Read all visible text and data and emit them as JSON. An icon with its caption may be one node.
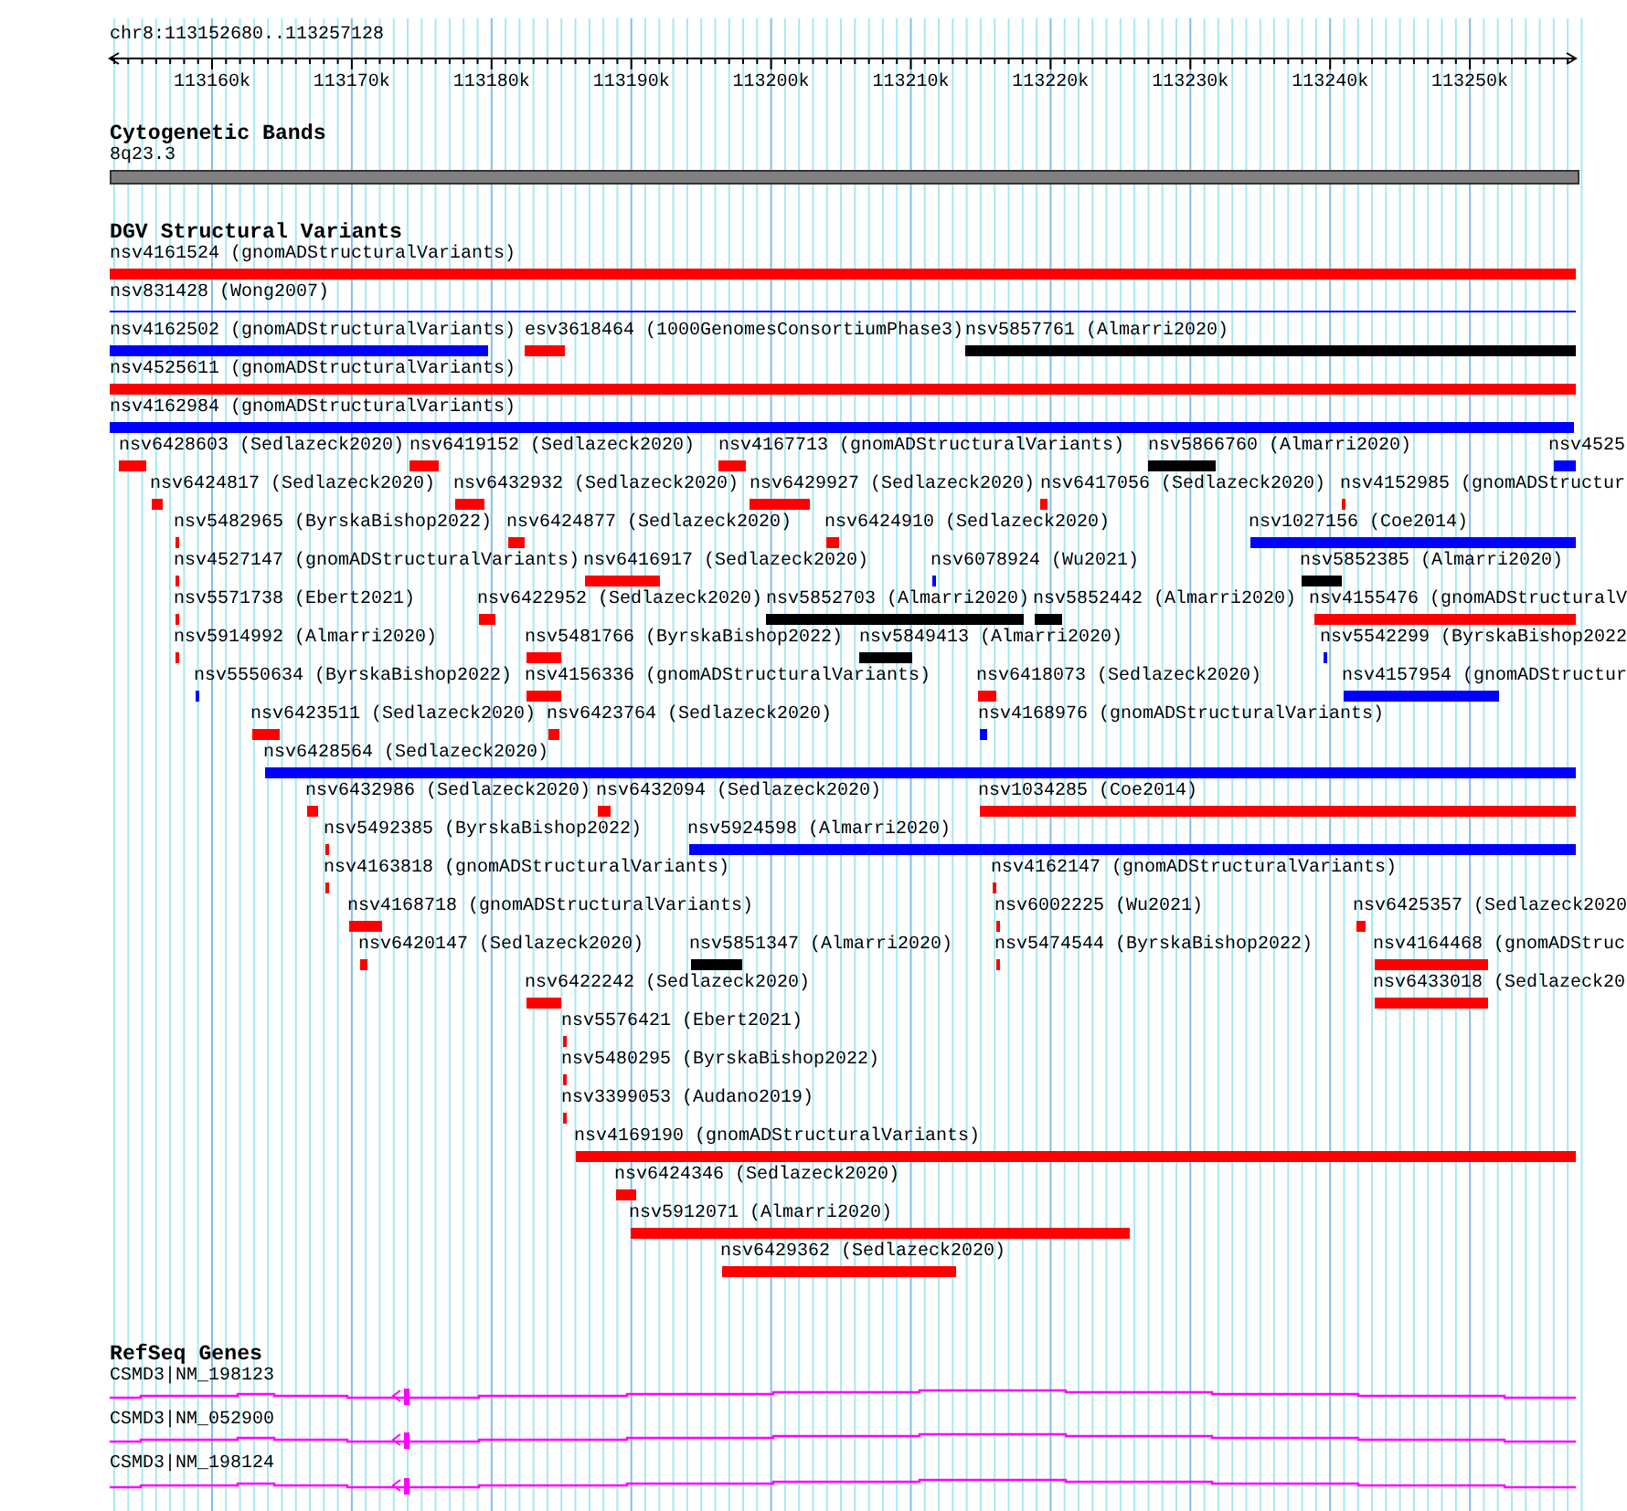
{
  "diagram": {
    "labels": [
      "chr8:113152680..113257128",
      "113160k",
      "113170k",
      "113180k",
      "113190k",
      "113200k",
      "113210k",
      "113220k",
      "113230k",
      "113240k",
      "113250k",
      "Cytogenetic Bands",
      "8q23.3",
      "DGV Structural Variants",
      "nsv4161524 (gnomADStructuralVariants)",
      "nsv831428 (Wong2007)",
      "nsv4162502 (gnomADStructuralVariants)",
      "esv3618464 (1000GenomesConsortiumPhase3)",
      "nsv5857761 (Almarri2020)",
      "nsv4525611 (gnomADStructuralVariants)",
      "nsv4162984 (gnomADStructuralVariants)",
      "nsv6428603 (Sedlazeck2020)",
      "nsv6419152 (Sedlazeck2020)",
      "nsv4167713 (gnomADStructuralVariants)",
      "nsv5866760 (Almarri2020)",
      "nsv4525",
      "nsv6424817 (Sedlazeck2020)",
      "nsv6432932 (Sedlazeck2020)",
      "nsv6429927 (Sedlazeck2020)",
      "nsv6417056 (Sedlazeck2020)",
      "nsv4152985 (gnomADStructur",
      "nsv5482965 (ByrskaBishop2022)",
      "nsv6424877 (Sedlazeck2020)",
      "nsv6424910 (Sedlazeck2020)",
      "nsv1027156 (Coe2014)",
      "nsv4527147 (gnomADStructuralVariants)",
      "nsv6416917 (Sedlazeck2020)",
      "nsv6078924 (Wu2021)",
      "nsv5852385 (Almarri2020)",
      "nsv5571738 (Ebert2021)",
      "nsv6422952 (Sedlazeck2020)",
      "nsv5852703 (Almarri2020)",
      "nsv5852442 (Almarri2020)",
      "nsv4155476 (gnomADStructuralV",
      "nsv5914992 (Almarri2020)",
      "nsv5481766 (ByrskaBishop2022)",
      "nsv5849413 (Almarri2020)",
      "nsv5542299 (ByrskaBishop2022",
      "nsv5550634 (ByrskaBishop2022)",
      "nsv4156336 (gnomADStructuralVariants)",
      "nsv6418073 (Sedlazeck2020)",
      "nsv4157954 (gnomADStructur",
      "nsv6423511 (Sedlazeck2020)",
      "nsv6423764 (Sedlazeck2020)",
      "nsv4168976 (gnomADStructuralVariants)",
      "nsv6428564 (Sedlazeck2020)",
      "nsv6432986 (Sedlazeck2020)",
      "nsv6432094 (Sedlazeck2020)",
      "nsv1034285 (Coe2014)",
      "nsv5492385 (ByrskaBishop2022)",
      "nsv5924598 (Almarri2020)",
      "nsv4163818 (gnomADStructuralVariants)",
      "nsv4162147 (gnomADStructuralVariants)",
      "nsv4168718 (gnomADStructuralVariants)",
      "nsv6002225 (Wu2021)",
      "nsv6425357 (Sedlazeck2020",
      "nsv6420147 (Sedlazeck2020)",
      "nsv5851347 (Almarri2020)",
      "nsv5474544 (ByrskaBishop2022)",
      "nsv4164468 (gnomADStruc",
      "nsv6422242 (Sedlazeck2020)",
      "nsv6433018 (Sedlazeck20",
      "nsv5576421 (Ebert2021)",
      "nsv5480295 (ByrskaBishop2022)",
      "nsv3399053 (Audano2019)",
      "nsv4169190 (gnomADStructuralVariants)",
      "nsv6424346 (Sedlazeck2020)",
      "nsv5912071 (Almarri2020)",
      "nsv6429362 (Sedlazeck2020)",
      "RefSeq Genes",
      "CSMD3|NM_198123",
      "CSMD3|NM_052900",
      "CSMD3|NM_198124"
    ]
  }
}
